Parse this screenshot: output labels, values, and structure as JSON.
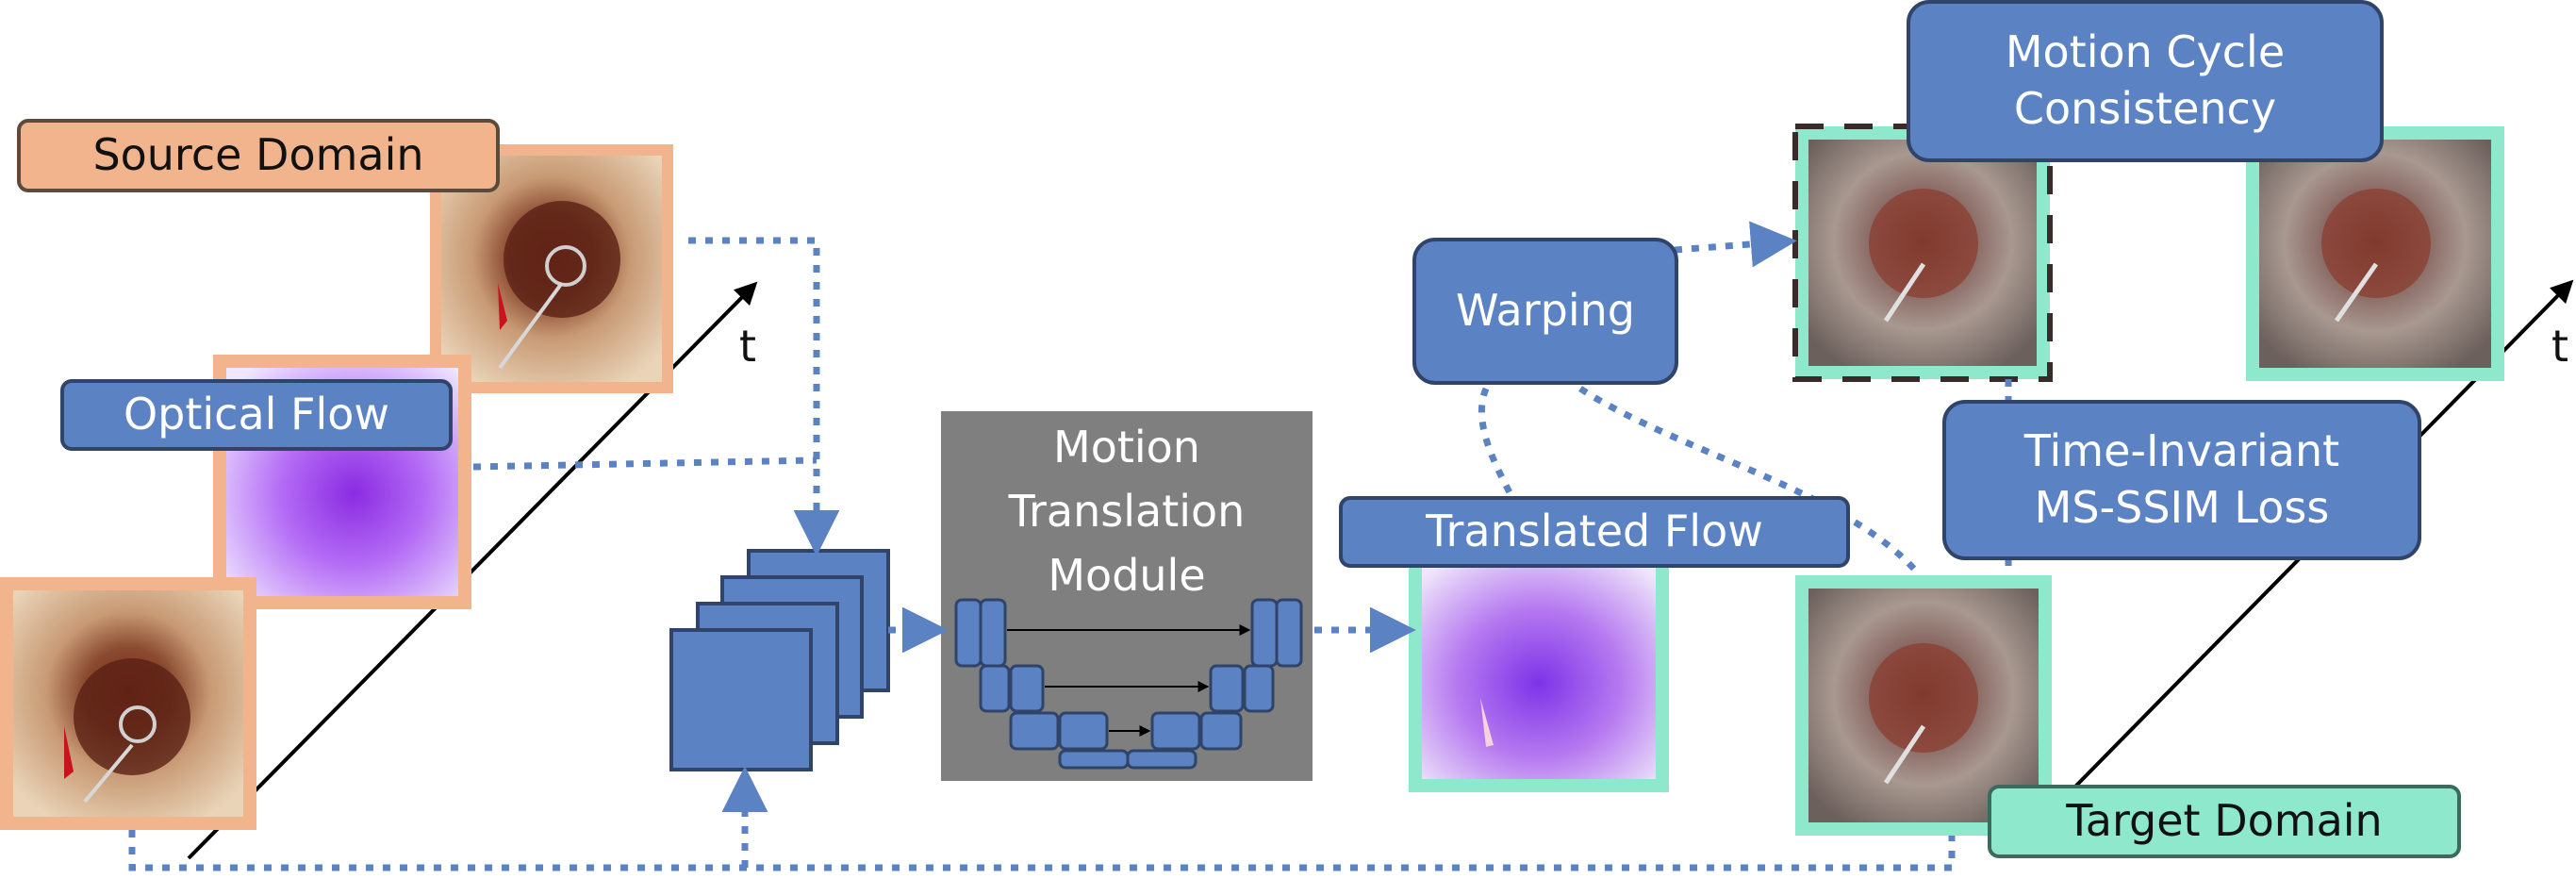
{
  "labels": {
    "source_domain": "Source Domain",
    "optical_flow": "Optical Flow",
    "motion_translation_module": [
      "Motion",
      "Translation",
      "Module"
    ],
    "translated_flow": "Translated Flow",
    "warping": "Warping",
    "motion_cycle_consistency": [
      "Motion Cycle",
      "Consistency"
    ],
    "time_invariant_loss": [
      "Time-Invariant",
      "MS-SSIM Loss"
    ],
    "target_domain": "Target Domain",
    "time_axis_source": "t",
    "time_axis_target": "t"
  },
  "colors": {
    "source_frame": "#f2b48c",
    "target_frame": "#8ee8cb",
    "box_blue": "#5b82c3",
    "arrow_dotted": "#5b82c3",
    "module_gray": "#7f7f7f",
    "flow_purple": "#a64cf0"
  }
}
